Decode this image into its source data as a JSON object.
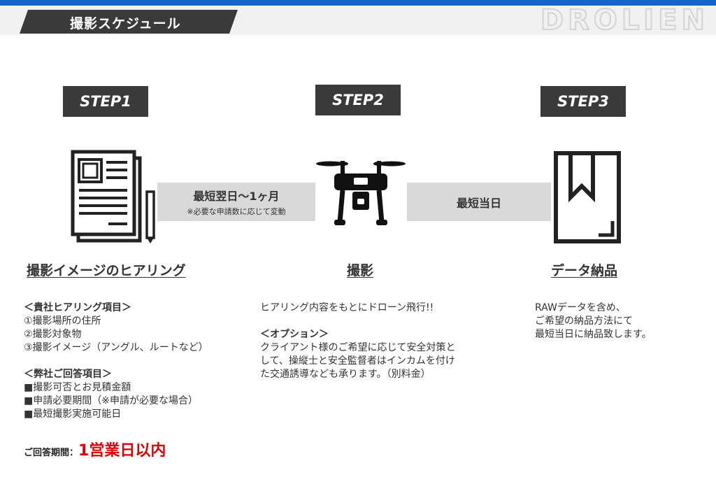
{
  "header": {
    "title": "撮影スケジュール",
    "brand": "DROLIEN"
  },
  "steps": [
    {
      "label": "STEP1",
      "heading": "撮影イメージのヒアリング"
    },
    {
      "label": "STEP2",
      "heading": "撮影"
    },
    {
      "label": "STEP3",
      "heading": "データ納品"
    }
  ],
  "arrows": [
    {
      "main": "最短翌日〜1ヶ月",
      "sub": "※必要な申請数に応じて変動"
    },
    {
      "main": "最短当日"
    }
  ],
  "col1": {
    "lines": [
      "＜貴社ヒアリング項目＞",
      "①撮影場所の住所",
      "②撮影対象物",
      "③撮影イメージ（アングル、ルートなど）",
      "＜弊社ご回答項目＞",
      "■撮影可否とお見積金額",
      "■申請必要期間（※申請が必要な場合）",
      "■最短撮影実施可能日"
    ],
    "deadline_label": "ご回答期間：",
    "deadline_value": "1営業日以内"
  },
  "col2": {
    "lines": [
      "ヒアリング内容をもとにドローン飛行!!",
      "＜オプション＞",
      "クライアント様のご希望に応じて安全対策と",
      "して、操縦士と安全監督者はインカムを付け",
      "た交通誘導なども承ります。（別料金）"
    ]
  },
  "col3": {
    "lines": [
      "RAWデータを含め、",
      "ご希望の納品方法にて",
      "最短当日に納品致します。"
    ]
  },
  "colors": {
    "accent_bar": "#1565c8",
    "dark_box": "#3a3a3a",
    "arrow_band": "#d9d9d9",
    "highlight": "#e00000"
  },
  "icons": [
    "document-icon",
    "drone-icon",
    "package-icon"
  ]
}
